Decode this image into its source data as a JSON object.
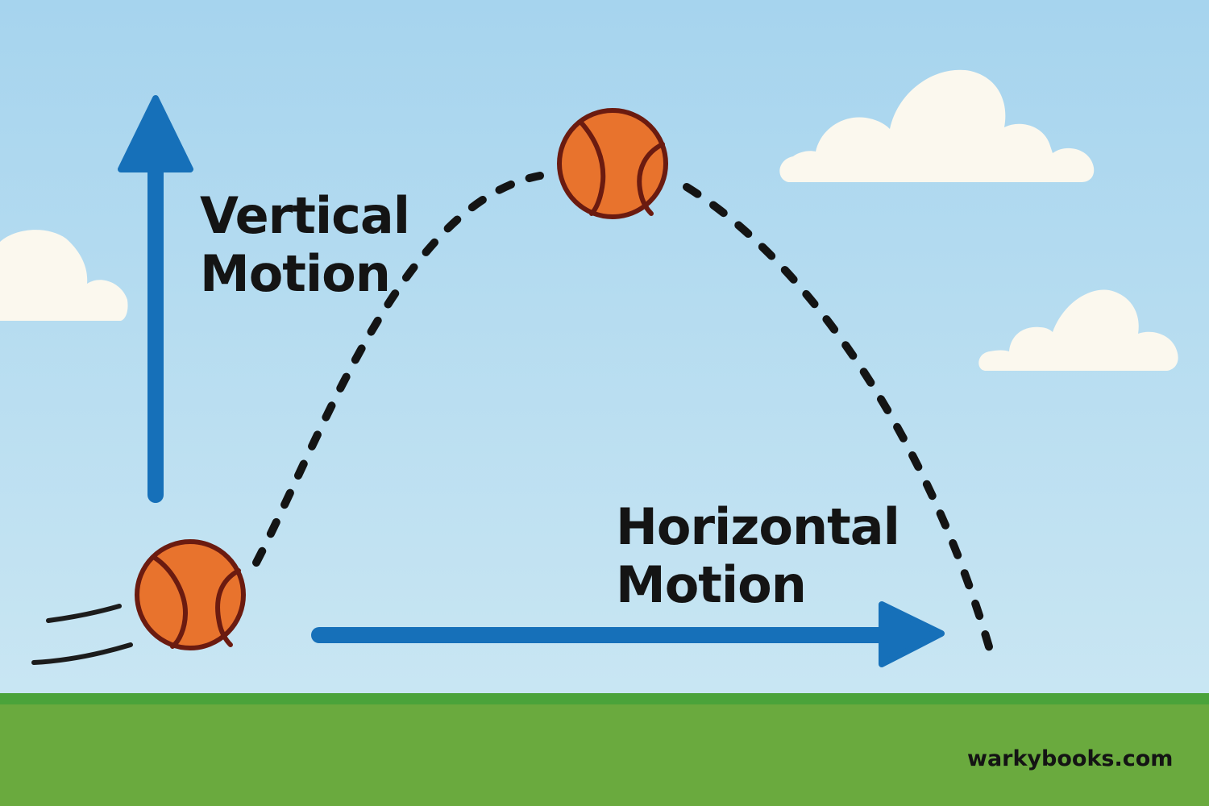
{
  "labels": {
    "vertical_line1": "Vertical",
    "vertical_line2": "Motion",
    "horizontal_line1": "Horizontal",
    "horizontal_line2": "Motion"
  },
  "brand": {
    "text": "warkybooks.com"
  },
  "icons": {
    "ball": "ball-icon",
    "cloud": "cloud-icon",
    "arrow_up": "arrow-up-icon",
    "arrow_right": "arrow-right-icon",
    "motion_lines": "motion-lines-icon"
  },
  "colors": {
    "sky_top": "#a6d4ee",
    "sky_bottom": "#c9e6f3",
    "grass": "#6aaa3e",
    "grass_edge": "#4aa33a",
    "arrow": "#1670b9",
    "ball_fill": "#e8732d",
    "ball_outline": "#6b1b10",
    "cloud": "#fbf8ee",
    "text": "#141414"
  }
}
